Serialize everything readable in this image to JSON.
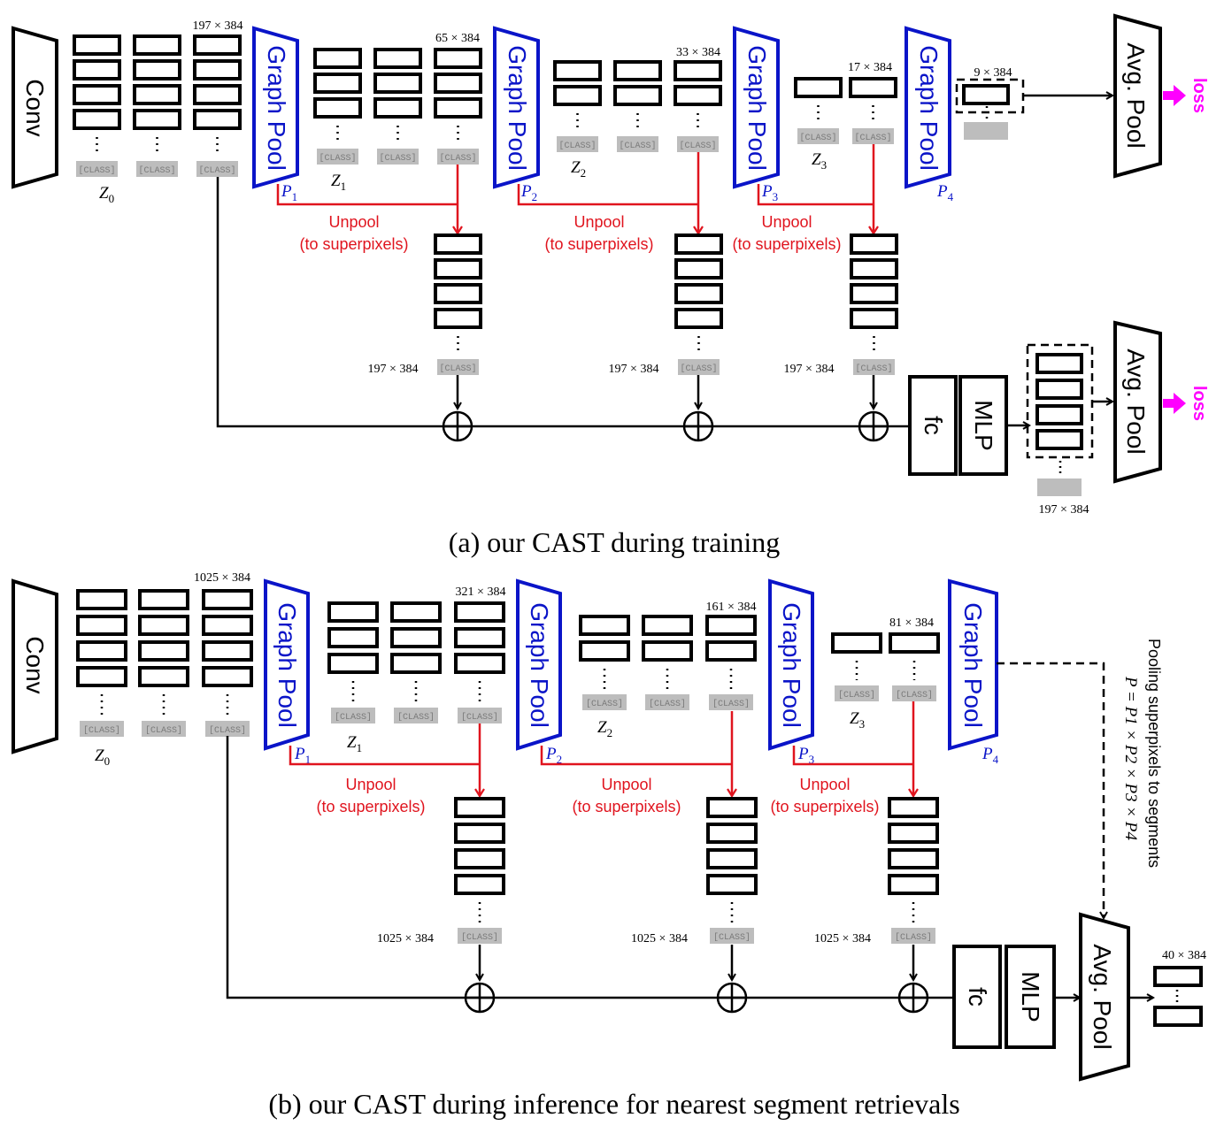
{
  "panel_a": {
    "caption": "(a) our CAST during training",
    "conv_label": "Conv",
    "graph_pool_label": "Graph Pool",
    "avg_pool_label": "Avg. Pool",
    "loss_label": "loss",
    "class_token": "[CLASS]",
    "dims": {
      "z0": "197 × 384",
      "z1": "65 × 384",
      "z2": "33 × 384",
      "z3": "17 × 384",
      "p4_out": "9 × 384",
      "unpool1": "197 × 384",
      "unpool2": "197 × 384",
      "unpool3": "197 × 384",
      "head_out": "197 × 384"
    },
    "z_labels": [
      "Z0",
      "Z1",
      "Z2",
      "Z3"
    ],
    "p_labels": [
      "P1",
      "P2",
      "P3",
      "P4"
    ],
    "unpool_line1": "Unpool",
    "unpool_line2": "(to superpixels)",
    "fc_label": "fc",
    "mlp_label": "MLP"
  },
  "panel_b": {
    "caption": "(b) our CAST during inference for nearest segment retrievals",
    "conv_label": "Conv",
    "graph_pool_label": "Graph Pool",
    "avg_pool_label": "Avg. Pool",
    "class_token": "[CLASS]",
    "dims": {
      "z0": "1025 × 384",
      "z1": "321 × 384",
      "z2": "161 × 384",
      "z3": "81 × 384",
      "unpool1": "1025 × 384",
      "unpool2": "1025 × 384",
      "unpool3": "1025 × 384",
      "segments_out": "40 × 384"
    },
    "z_labels": [
      "Z0",
      "Z1",
      "Z2",
      "Z3"
    ],
    "p_labels": [
      "P1",
      "P2",
      "P3",
      "P4"
    ],
    "unpool_line1": "Unpool",
    "unpool_line2": "(to superpixels)",
    "fc_label": "fc",
    "mlp_label": "MLP",
    "pooling_note_line1": "Pooling superpixels to segments",
    "pooling_note_line2": "P = P1 × P2 × P3 × P4"
  },
  "colors": {
    "graph_pool": "#0a14c8",
    "unpool": "#e0141e",
    "loss": "#ff00ff",
    "class_token_bg": "#bdbdbd"
  }
}
